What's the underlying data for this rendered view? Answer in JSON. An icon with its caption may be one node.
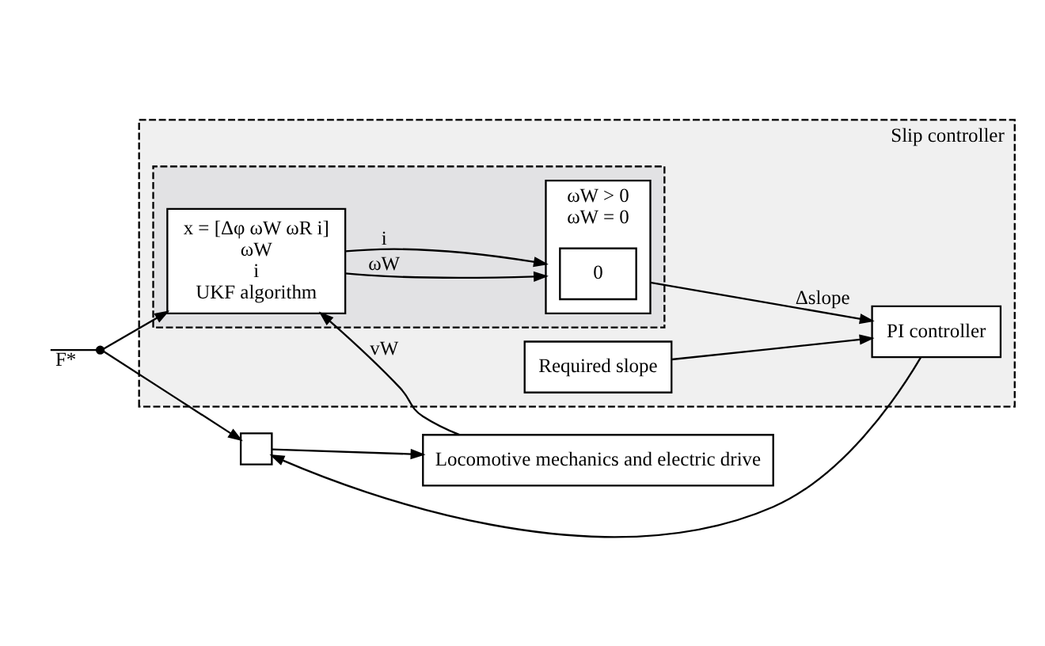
{
  "diagram": {
    "nodes": [
      {
        "text": [
          "Slip controller"
        ]
      },
      {
        "text": [],
        "shape": "box",
        "in": 0
      },
      {
        "text": [],
        "shape": "circle"
      },
      {
        "text": [],
        "shape": "box"
      },
      {
        "text": [
          "Locomotive mechanics and electric drive"
        ]
      },
      {
        "text": [
          "x = [Δφ ωW ωR i]",
          "ωW",
          "i",
          "UKF algorithm"
        ],
        "in": 1
      },
      {
        "text": [
          "ωW > 0",
          "ωW = 0"
        ],
        "in": 1
      },
      {
        "text": [
          "0"
        ],
        "in": 6
      },
      {
        "text": [
          "PI controller"
        ],
        "in": 0
      },
      {
        "text": [
          "Required slope"
        ],
        "in": 0
      }
    ],
    "edges": [
      {
        "from": null,
        "to": 2,
        "arrow": "none",
        "label": "F*"
      },
      {
        "from": 2,
        "to": 3,
        "arrow": "to"
      },
      {
        "from": 2,
        "to": 5,
        "arrow": "to"
      },
      {
        "from": 3,
        "to": 4,
        "arrow": "to"
      },
      {
        "from": 4,
        "to": 5,
        "arrow": "to",
        "label": "vW"
      },
      {
        "from": 5,
        "to": 6,
        "arrow": "to",
        "label": "ωW"
      },
      {
        "from": 5,
        "to": 6,
        "arrow": "to",
        "label": "i"
      },
      {
        "from": 6,
        "to": 8,
        "arrow": "to",
        "label": "Δslope"
      },
      {
        "from": 9,
        "to": 8,
        "arrow": "to"
      },
      {
        "from": 8,
        "to": 3,
        "arrow": "to"
      }
    ]
  }
}
